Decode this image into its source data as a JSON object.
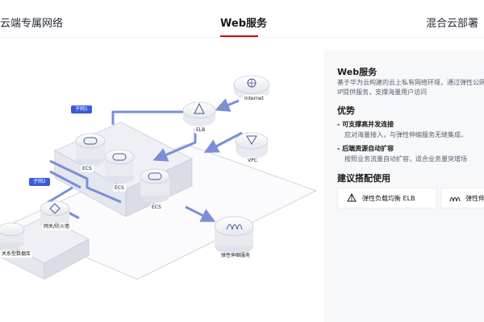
{
  "tabs": [
    {
      "label": "云端专属网络"
    },
    {
      "label": "Web服务"
    },
    {
      "label": "混合云部署"
    }
  ],
  "active_tab": "Web服务",
  "diagram": {
    "nodes": {
      "internet": "Internet",
      "elb": "ELB",
      "vpc": "VPC",
      "ecs1": "ECS",
      "ecs2": "ECS",
      "ecs3": "ECS",
      "gateway": "网关/防火墙",
      "database": "关系型数据库",
      "autoscaling": "弹性伸缩服务"
    },
    "subnets": [
      "子网1",
      "子网2"
    ]
  },
  "panel": {
    "title": "Web服务",
    "description": "基于华为云构建的云上私有网络环境，通过弹性公网IP提供服务，支撑海量用户访问",
    "advantages_title": "优势",
    "advantages": [
      {
        "heading": "可支撑高并发连接",
        "text": "应对海量接入，与弹性伸缩服务无缝集成，"
      },
      {
        "heading": "后端资源自动扩容",
        "text": "按照业务流量自动扩容，适合业务量突增场"
      }
    ],
    "recommend_title": "建议搭配使用",
    "recommend": [
      {
        "label": "弹性负载均衡 ELB",
        "icon": "load-balancer-icon"
      },
      {
        "label": "弹性伸缩 AS",
        "icon": "autoscaling-icon"
      }
    ]
  },
  "colors": {
    "accent": "#c7000b",
    "arrow": "#7b8fd6",
    "subnet_tag": "#3b5bdb",
    "panel_bg": "#f7f8fa"
  }
}
